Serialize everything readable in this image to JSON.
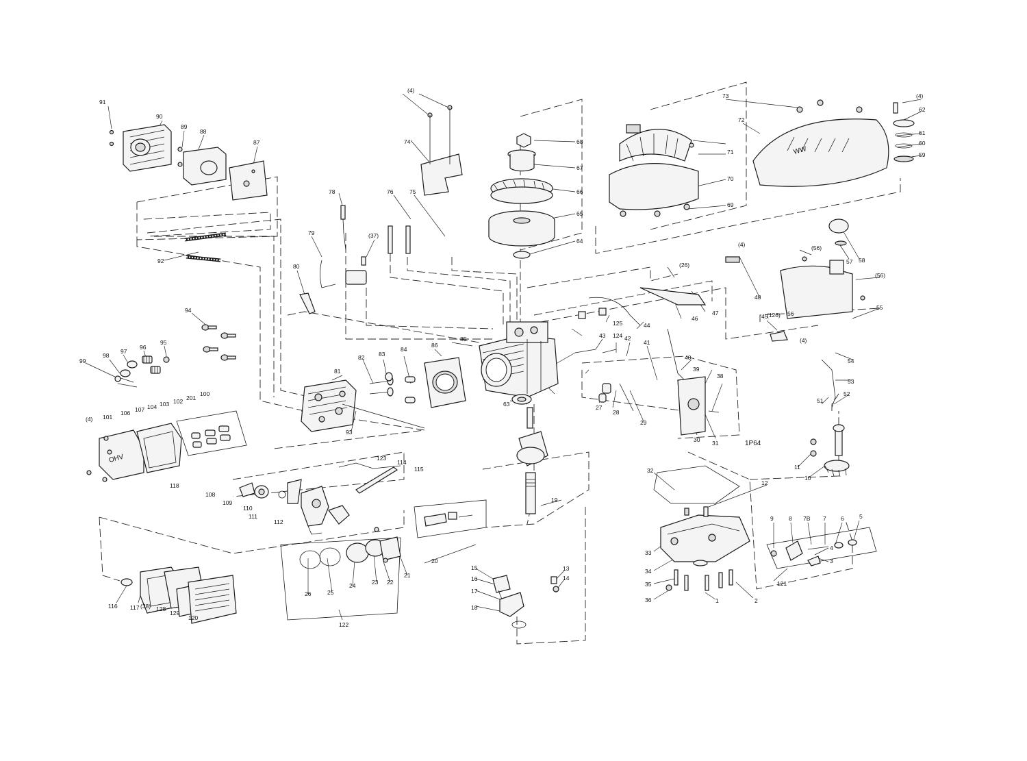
{
  "labels": [
    {
      "id": "91",
      "text": "91"
    },
    {
      "id": "90",
      "text": "90"
    },
    {
      "id": "89",
      "text": "89"
    },
    {
      "id": "88",
      "text": "88"
    },
    {
      "id": "87",
      "text": "87"
    },
    {
      "id": "92",
      "text": "92"
    },
    {
      "id": "94",
      "text": "94"
    },
    {
      "id": "95",
      "text": "95"
    },
    {
      "id": "96",
      "text": "96"
    },
    {
      "id": "97",
      "text": "97"
    },
    {
      "id": "98",
      "text": "98"
    },
    {
      "id": "99",
      "text": "99"
    },
    {
      "id": "93",
      "text": "93"
    },
    {
      "id": "80",
      "text": "80"
    },
    {
      "id": "79",
      "text": "79"
    },
    {
      "id": "78",
      "text": "78"
    },
    {
      "id": "37p",
      "text": "(37)"
    },
    {
      "id": "76",
      "text": "76"
    },
    {
      "id": "75",
      "text": "75"
    },
    {
      "id": "74",
      "text": "74"
    },
    {
      "id": "4a",
      "text": "(4)"
    },
    {
      "id": "68",
      "text": "68"
    },
    {
      "id": "67",
      "text": "67"
    },
    {
      "id": "66",
      "text": "66"
    },
    {
      "id": "65",
      "text": "65"
    },
    {
      "id": "64",
      "text": "64"
    },
    {
      "id": "73",
      "text": "73"
    },
    {
      "id": "72",
      "text": "72"
    },
    {
      "id": "71",
      "text": "71"
    },
    {
      "id": "70",
      "text": "70"
    },
    {
      "id": "69",
      "text": "69"
    },
    {
      "id": "4b",
      "text": "(4)"
    },
    {
      "id": "62",
      "text": "62"
    },
    {
      "id": "61",
      "text": "61"
    },
    {
      "id": "60",
      "text": "60"
    },
    {
      "id": "59",
      "text": "59"
    },
    {
      "id": "58",
      "text": "58"
    },
    {
      "id": "57",
      "text": "57"
    },
    {
      "id": "56a",
      "text": "(56)"
    },
    {
      "id": "56b",
      "text": "(56)"
    },
    {
      "id": "56",
      "text": "56"
    },
    {
      "id": "55",
      "text": "55"
    },
    {
      "id": "54",
      "text": "54"
    },
    {
      "id": "53",
      "text": "53"
    },
    {
      "id": "52",
      "text": "52"
    },
    {
      "id": "51",
      "text": "51"
    },
    {
      "id": "4c",
      "text": "(4)"
    },
    {
      "id": "48",
      "text": "48"
    },
    {
      "id": "47",
      "text": "47"
    },
    {
      "id": "46",
      "text": "46"
    },
    {
      "id": "26p",
      "text": "(26)"
    },
    {
      "id": "45",
      "text": "45"
    },
    {
      "id": "126p",
      "text": "(126)"
    },
    {
      "id": "4d",
      "text": "(4)"
    },
    {
      "id": "125",
      "text": "125"
    },
    {
      "id": "85",
      "text": "85"
    },
    {
      "id": "86",
      "text": "86"
    },
    {
      "id": "84",
      "text": "84"
    },
    {
      "id": "83",
      "text": "83"
    },
    {
      "id": "82",
      "text": "82"
    },
    {
      "id": "81",
      "text": "81"
    },
    {
      "id": "44",
      "text": "44"
    },
    {
      "id": "43",
      "text": "43"
    },
    {
      "id": "124",
      "text": "124"
    },
    {
      "id": "42",
      "text": "42"
    },
    {
      "id": "41",
      "text": "41"
    },
    {
      "id": "40",
      "text": "40"
    },
    {
      "id": "39",
      "text": "39"
    },
    {
      "id": "38",
      "text": "38"
    },
    {
      "id": "63",
      "text": "63"
    },
    {
      "id": "27",
      "text": "27"
    },
    {
      "id": "28",
      "text": "28"
    },
    {
      "id": "29",
      "text": "29"
    },
    {
      "id": "30",
      "text": "30"
    },
    {
      "id": "31",
      "text": "31"
    },
    {
      "id": "1P64",
      "text": "1P64"
    },
    {
      "id": "11",
      "text": "11"
    },
    {
      "id": "10",
      "text": "10"
    },
    {
      "id": "4e",
      "text": "(4)"
    },
    {
      "id": "101",
      "text": "101"
    },
    {
      "id": "106",
      "text": "106"
    },
    {
      "id": "107",
      "text": "107"
    },
    {
      "id": "104",
      "text": "104"
    },
    {
      "id": "103",
      "text": "103"
    },
    {
      "id": "102",
      "text": "102"
    },
    {
      "id": "201",
      "text": "201"
    },
    {
      "id": "100",
      "text": "100"
    },
    {
      "id": "118",
      "text": "118"
    },
    {
      "id": "123",
      "text": "123"
    },
    {
      "id": "114",
      "text": "114"
    },
    {
      "id": "115",
      "text": "115"
    },
    {
      "id": "108",
      "text": "108"
    },
    {
      "id": "109",
      "text": "109"
    },
    {
      "id": "110",
      "text": "110"
    },
    {
      "id": "111",
      "text": "111"
    },
    {
      "id": "112",
      "text": "112"
    },
    {
      "id": "19",
      "text": "19"
    },
    {
      "id": "32",
      "text": "32"
    },
    {
      "id": "12",
      "text": "12"
    },
    {
      "id": "20",
      "text": "20"
    },
    {
      "id": "21",
      "text": "21"
    },
    {
      "id": "22",
      "text": "22"
    },
    {
      "id": "23",
      "text": "23"
    },
    {
      "id": "24",
      "text": "24"
    },
    {
      "id": "25",
      "text": "25"
    },
    {
      "id": "26",
      "text": "26"
    },
    {
      "id": "122",
      "text": "122"
    },
    {
      "id": "116",
      "text": "116"
    },
    {
      "id": "117",
      "text": "117"
    },
    {
      "id": "38p",
      "text": "(38)"
    },
    {
      "id": "128",
      "text": "128"
    },
    {
      "id": "129",
      "text": "129"
    },
    {
      "id": "120",
      "text": "120"
    },
    {
      "id": "15",
      "text": "15"
    },
    {
      "id": "16",
      "text": "16"
    },
    {
      "id": "17",
      "text": "17"
    },
    {
      "id": "18",
      "text": "18"
    },
    {
      "id": "13",
      "text": "13"
    },
    {
      "id": "14",
      "text": "14"
    },
    {
      "id": "33",
      "text": "33"
    },
    {
      "id": "34",
      "text": "34"
    },
    {
      "id": "35",
      "text": "35"
    },
    {
      "id": "36",
      "text": "36"
    },
    {
      "id": "1",
      "text": "1"
    },
    {
      "id": "2",
      "text": "2"
    },
    {
      "id": "9",
      "text": "9"
    },
    {
      "id": "8",
      "text": "8"
    },
    {
      "id": "7B",
      "text": "7B"
    },
    {
      "id": "7",
      "text": "7"
    },
    {
      "id": "6",
      "text": "6"
    },
    {
      "id": "5",
      "text": "5"
    },
    {
      "id": "4",
      "text": "4"
    },
    {
      "id": "3",
      "text": "3"
    },
    {
      "id": "121",
      "text": "121"
    }
  ],
  "icons": {
    "cover_logo": "OHV"
  }
}
